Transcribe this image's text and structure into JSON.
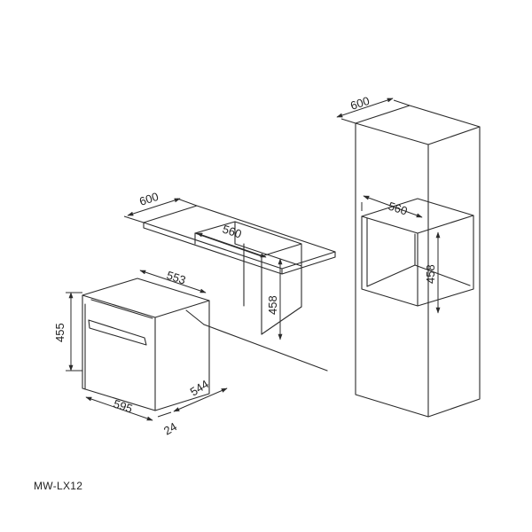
{
  "model": "MW-LX12",
  "dimensions": {
    "cabinet_width": "600",
    "cabinet_cutout_width": "560",
    "oven_depth": "553",
    "cutout_height": "458",
    "oven_height": "455",
    "oven_width": "595",
    "oven_body_depth": "544",
    "front_panel_depth": "24",
    "tall_cabinet_width": "600",
    "tall_cutout_width": "560",
    "tall_cutout_height": "458"
  }
}
